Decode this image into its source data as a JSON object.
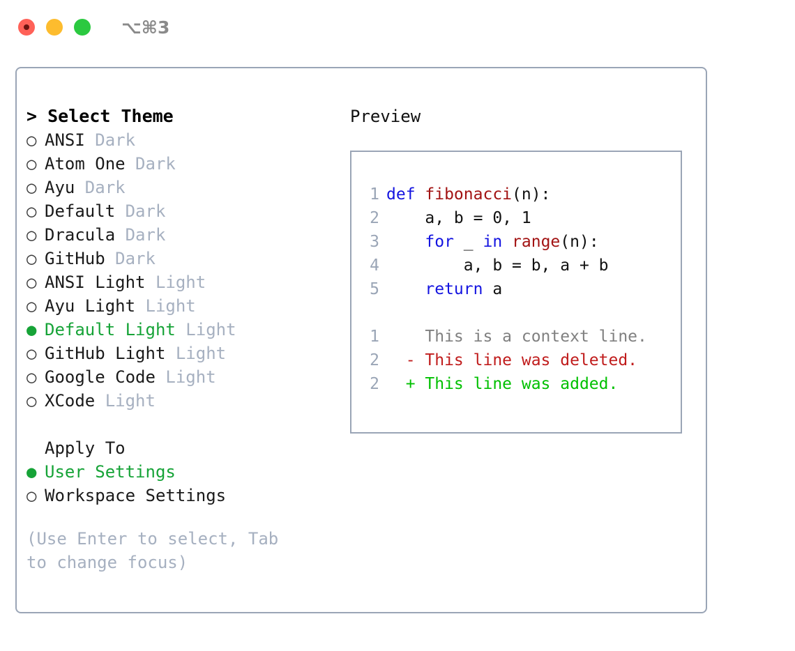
{
  "window": {
    "shortcut": "⌥⌘3",
    "traffic_lights": [
      {
        "name": "close",
        "color": "#ff6158"
      },
      {
        "name": "minimize",
        "color": "#fdbc2e"
      },
      {
        "name": "maximize",
        "color": "#2bc940"
      }
    ]
  },
  "colors": {
    "selected_green": "#16a337",
    "muted_grey": "#a6b0c0",
    "border": "#9aa5b6",
    "keyword_blue": "#1414e0",
    "function_red": "#a21313",
    "diff_added": "#00c000",
    "diff_deleted": "#c01c1c",
    "diff_context": "#808080"
  },
  "theme_section": {
    "prefix": "> ",
    "heading": "Select Theme",
    "marker_unselected": "○",
    "marker_selected": "●",
    "items": [
      {
        "label": "ANSI",
        "tag": "Dark",
        "selected": false
      },
      {
        "label": "Atom One",
        "tag": "Dark",
        "selected": false
      },
      {
        "label": "Ayu",
        "tag": "Dark",
        "selected": false
      },
      {
        "label": "Default",
        "tag": "Dark",
        "selected": false
      },
      {
        "label": "Dracula",
        "tag": "Dark",
        "selected": false
      },
      {
        "label": "GitHub",
        "tag": "Dark",
        "selected": false
      },
      {
        "label": "ANSI Light",
        "tag": "Light",
        "selected": false
      },
      {
        "label": "Ayu Light",
        "tag": "Light",
        "selected": false
      },
      {
        "label": "Default Light",
        "tag": "Light",
        "selected": true
      },
      {
        "label": "GitHub Light",
        "tag": "Light",
        "selected": false
      },
      {
        "label": "Google Code",
        "tag": "Light",
        "selected": false
      },
      {
        "label": "XCode",
        "tag": "Light",
        "selected": false
      }
    ]
  },
  "apply_section": {
    "heading": "Apply To",
    "items": [
      {
        "label": "User Settings",
        "selected": true
      },
      {
        "label": "Workspace Settings",
        "selected": false
      }
    ]
  },
  "hint": "(Use Enter to select, Tab to change focus)",
  "preview": {
    "title": "Preview",
    "code_lines": [
      {
        "number": "1",
        "tokens": [
          {
            "text": "def ",
            "kind": "kw"
          },
          {
            "text": "fibonacci",
            "kind": "fn"
          },
          {
            "text": "(n):",
            "kind": "pl"
          }
        ]
      },
      {
        "number": "2",
        "tokens": [
          {
            "text": "    a, b = 0, 1",
            "kind": "pl"
          }
        ]
      },
      {
        "number": "3",
        "tokens": [
          {
            "text": "    ",
            "kind": "pl"
          },
          {
            "text": "for",
            "kind": "kw"
          },
          {
            "text": " _ ",
            "kind": "pl"
          },
          {
            "text": "in",
            "kind": "kw"
          },
          {
            "text": " ",
            "kind": "pl"
          },
          {
            "text": "range",
            "kind": "fn"
          },
          {
            "text": "(n):",
            "kind": "pl"
          }
        ]
      },
      {
        "number": "4",
        "tokens": [
          {
            "text": "        a, b = b, a + b",
            "kind": "pl"
          }
        ]
      },
      {
        "number": "5",
        "tokens": [
          {
            "text": "    ",
            "kind": "pl"
          },
          {
            "text": "return",
            "kind": "kw"
          },
          {
            "text": " a",
            "kind": "pl"
          }
        ]
      }
    ],
    "diff_lines": [
      {
        "number": "1",
        "sign": " ",
        "text": " This is a context line.",
        "kind": "ctx"
      },
      {
        "number": "2",
        "sign": "-",
        "text": " This line was deleted.",
        "kind": "del"
      },
      {
        "number": "2",
        "sign": "+",
        "text": " This line was added.",
        "kind": "add"
      }
    ]
  }
}
